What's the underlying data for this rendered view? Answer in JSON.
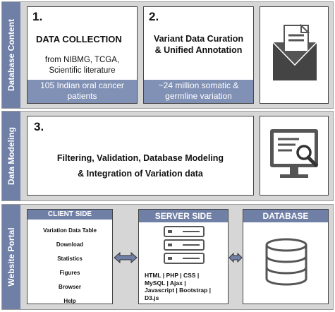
{
  "sections": {
    "database_content": "Database Content",
    "data_modeling": "Data Modeling",
    "website_portal": "Website Portal"
  },
  "step1": {
    "number": "1.",
    "title": "DATA COLLECTION",
    "source_line1": "from NIBMG, TCGA,",
    "source_line2": "Scientific literature",
    "bar_line1": "105 Indian oral cancer",
    "bar_line2": "patients"
  },
  "step2": {
    "number": "2.",
    "title_line1": "Variant Data Curation",
    "title_line2": "& Unified Annotation",
    "bar_line1": "~24 million somatic &",
    "bar_line2": "germline variation"
  },
  "step3": {
    "number": "3.",
    "line1": "Filtering, Validation, Database Modeling",
    "line2": "& Integration of Variation data"
  },
  "client": {
    "header": "CLIENT SIDE",
    "items": [
      "Variation Data Table",
      "Download",
      "Statistics",
      "Figures",
      "Browser",
      "Help"
    ]
  },
  "server": {
    "header": "SERVER SIDE",
    "tech_line1": "HTML | PHP | CSS |",
    "tech_line2": "MySQL | Ajax |",
    "tech_line3": "Javascript | Bootstrap |",
    "tech_line4": "D3.js"
  },
  "database": {
    "header": "DATABASE"
  },
  "icons": [
    "envelope-box-icon",
    "monitor-search-icon",
    "server-stack-icon",
    "database-icon",
    "double-arrow-icon"
  ],
  "colors": {
    "side_bar": "#6f7fa6",
    "info_bar": "#8191b5",
    "panel_bg": "#d6d6d6",
    "icon_fill": "#555555"
  }
}
